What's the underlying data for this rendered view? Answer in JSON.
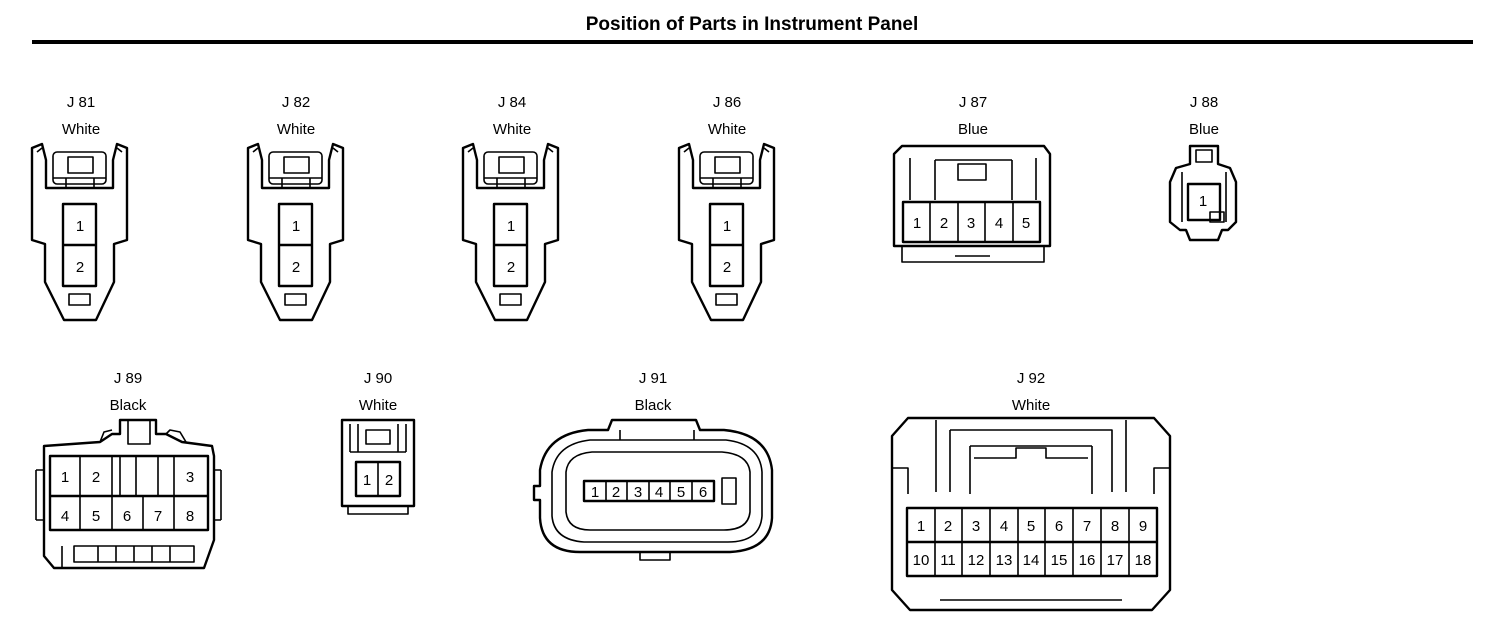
{
  "page": {
    "title": "Position of Parts in Instrument Panel"
  },
  "connectors": [
    {
      "id": "J 81",
      "color": "White",
      "pins": [
        "1",
        "2"
      ]
    },
    {
      "id": "J 82",
      "color": "White",
      "pins": [
        "1",
        "2"
      ]
    },
    {
      "id": "J 84",
      "color": "White",
      "pins": [
        "1",
        "2"
      ]
    },
    {
      "id": "J 86",
      "color": "White",
      "pins": [
        "1",
        "2"
      ]
    },
    {
      "id": "J 87",
      "color": "Blue",
      "pins": [
        "1",
        "2",
        "3",
        "4",
        "5"
      ]
    },
    {
      "id": "J 88",
      "color": "Blue",
      "pins": [
        "1"
      ]
    },
    {
      "id": "J 89",
      "color": "Black",
      "pins": [
        "1",
        "2",
        "3",
        "4",
        "5",
        "6",
        "7",
        "8"
      ]
    },
    {
      "id": "J 90",
      "color": "White",
      "pins": [
        "1",
        "2"
      ]
    },
    {
      "id": "J 91",
      "color": "Black",
      "pins": [
        "1",
        "2",
        "3",
        "4",
        "5",
        "6"
      ]
    },
    {
      "id": "J 92",
      "color": "White",
      "pins": [
        "1",
        "2",
        "3",
        "4",
        "5",
        "6",
        "7",
        "8",
        "9",
        "10",
        "11",
        "12",
        "13",
        "14",
        "15",
        "16",
        "17",
        "18"
      ]
    }
  ]
}
